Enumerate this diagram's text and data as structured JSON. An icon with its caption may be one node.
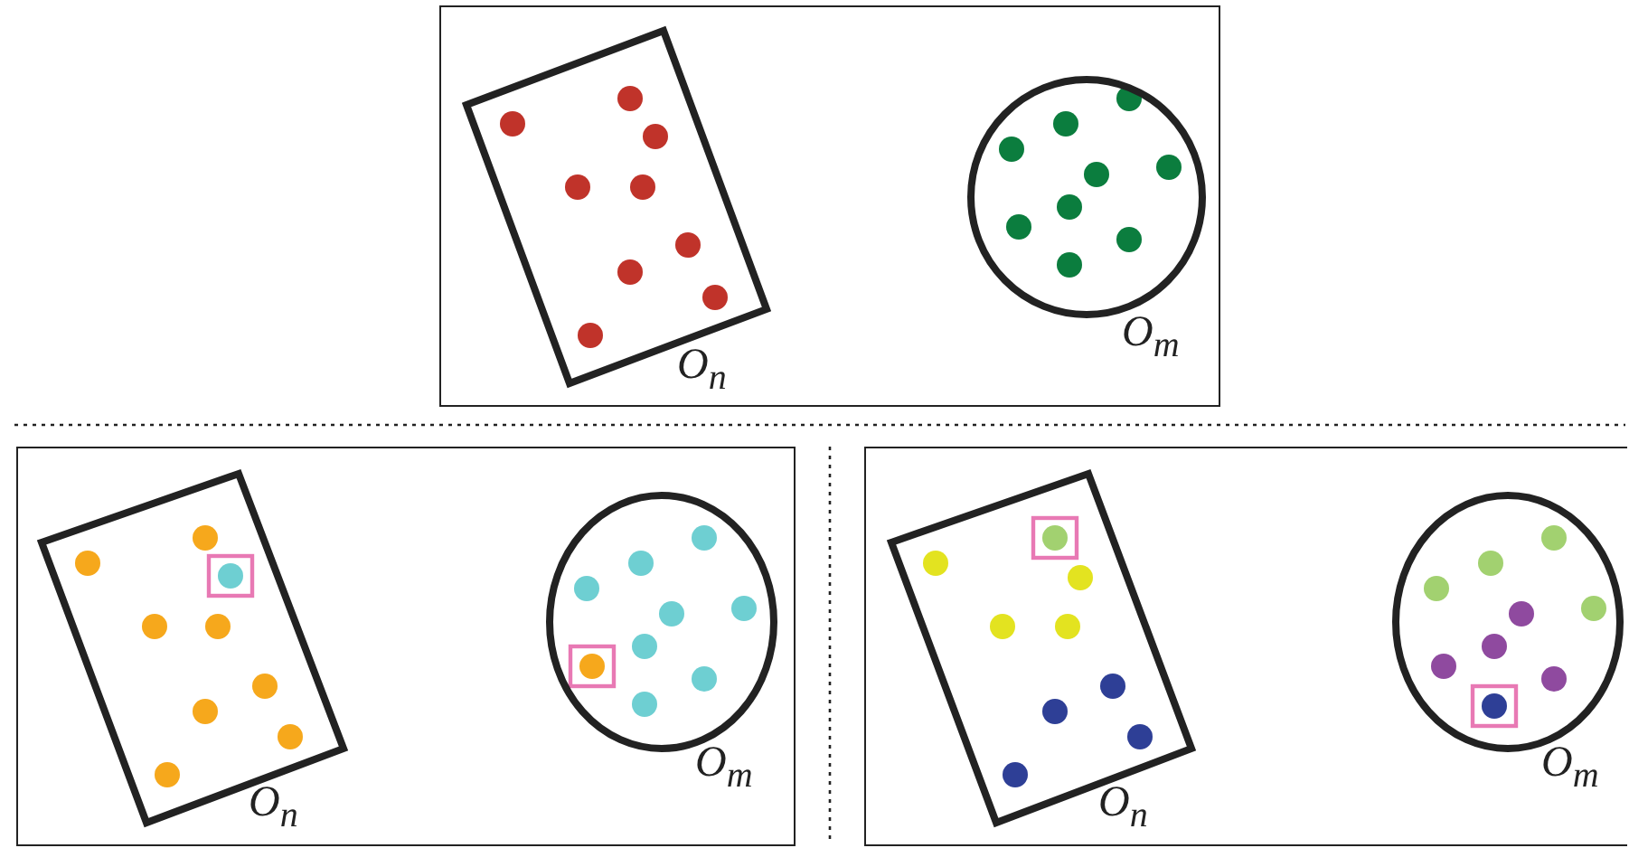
{
  "diagram": {
    "nodes": [
      {
        "text": [],
        "shape": "box"
      },
      {
        "text": [
          "O$_{n}$"
        ],
        "in": 0
      },
      {
        "text": [
          "O$_{m}$"
        ],
        "in": 0
      },
      {
        "text": [],
        "shape": "box"
      },
      {
        "text": [
          "O$_{n}$"
        ],
        "in": 3
      },
      {
        "text": [
          "O$_{m}$"
        ],
        "in": 3
      },
      {
        "text": [],
        "shape": "box"
      },
      {
        "text": [
          "O$_{n}$"
        ],
        "in": 6
      },
      {
        "text": [
          "O$_{m}$"
        ],
        "in": 6
      }
    ]
  }
}
